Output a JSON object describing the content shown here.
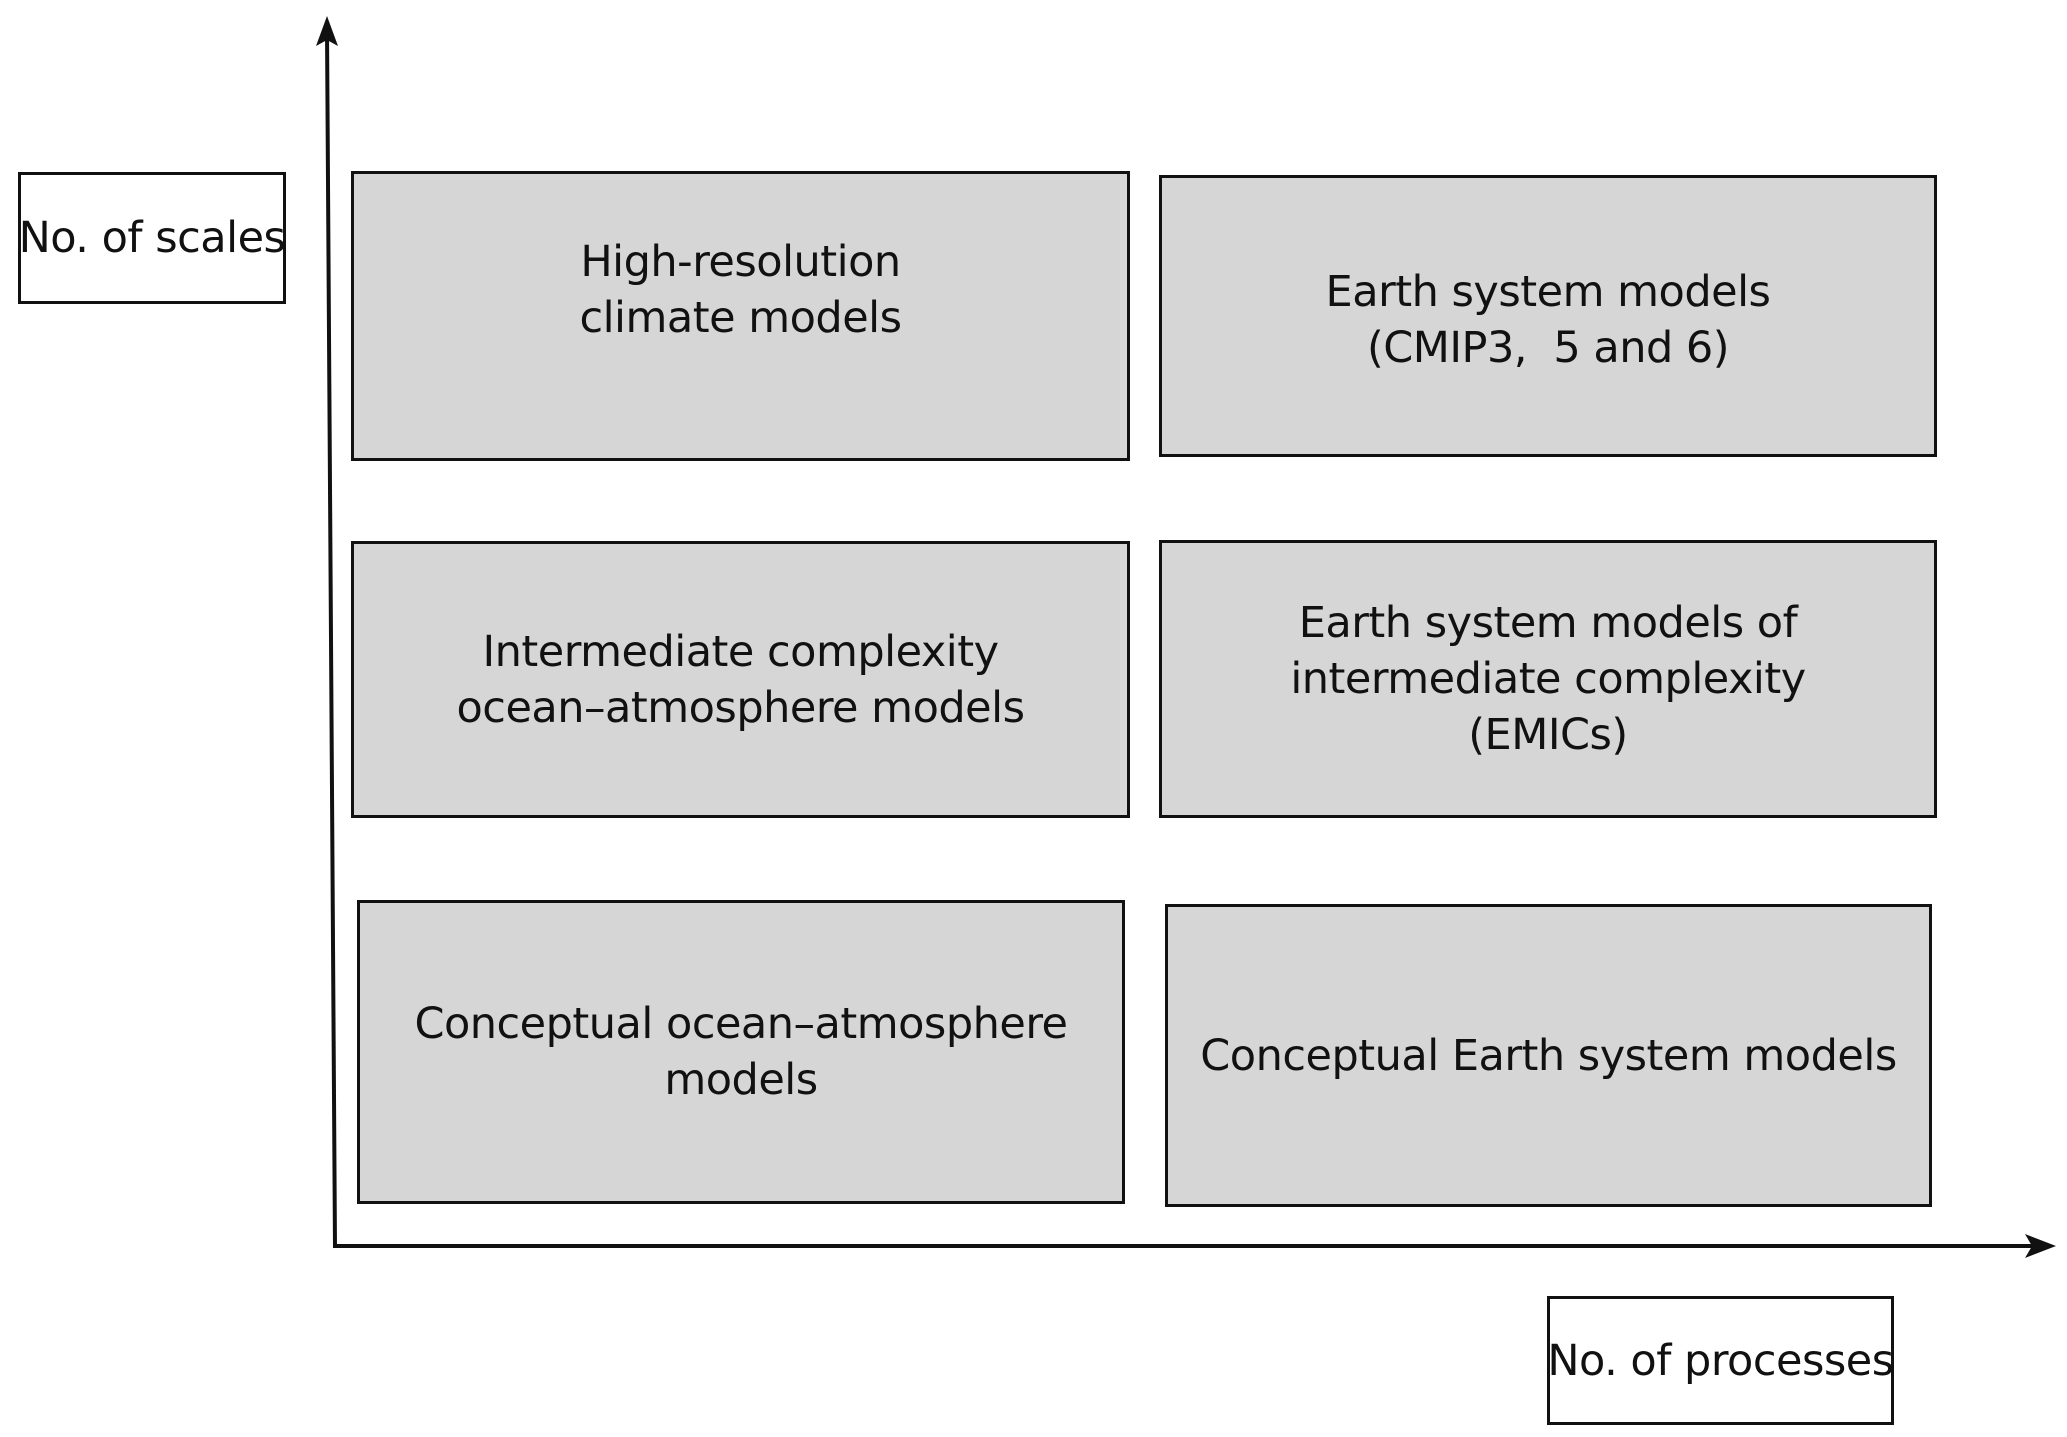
{
  "axes": {
    "y_label": "No. of scales",
    "x_label": "No. of processes",
    "color": "#111111"
  },
  "cells": {
    "high_resolution": {
      "lines": [
        "High-resolution",
        "climate models"
      ]
    },
    "earth_system": {
      "lines": [
        "Earth system models",
        "(CMIP3,  5 and 6)"
      ]
    },
    "intermediate_oa": {
      "lines": [
        "Intermediate complexity",
        "ocean–atmosphere models"
      ]
    },
    "emics": {
      "lines": [
        "Earth system models of",
        "intermediate complexity",
        "(EMICs)"
      ]
    },
    "conceptual_oa": {
      "lines": [
        "Conceptual ocean–atmosphere",
        "models"
      ]
    },
    "conceptual_es": {
      "lines": [
        "Conceptual Earth system models"
      ]
    }
  },
  "colors": {
    "cell_fill": "#d6d6d6",
    "border": "#111111",
    "background": "#ffffff"
  }
}
